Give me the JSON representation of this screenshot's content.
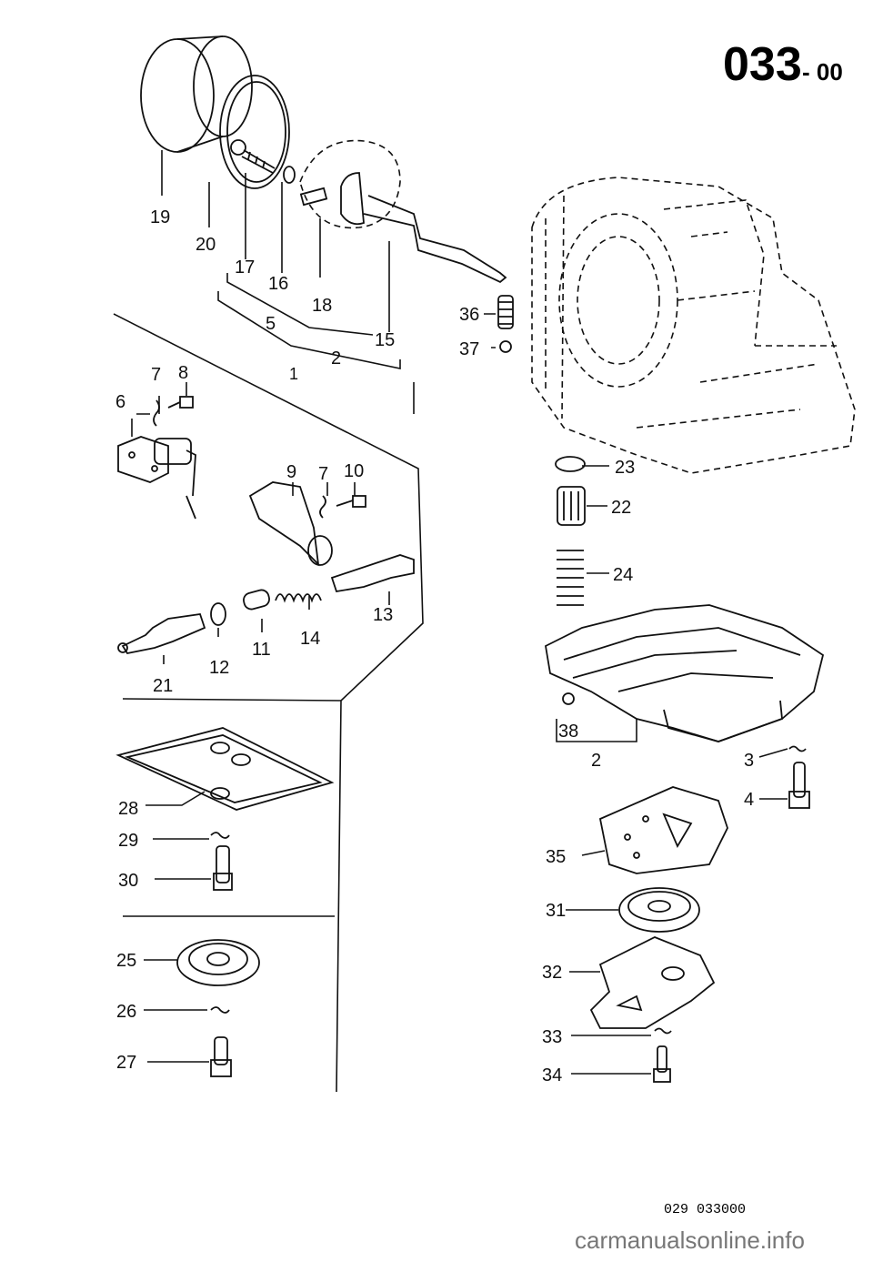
{
  "header": {
    "group_code": "033",
    "group_suffix": "- 00"
  },
  "footer": {
    "drawing_number": "029 033000",
    "watermark": "carmanualsonline.info"
  },
  "labels": {
    "l1": "1",
    "l2a": "2",
    "l2b": "2",
    "l3": "3",
    "l4": "4",
    "l5": "5",
    "l6": "6",
    "l7a": "7",
    "l7b": "7",
    "l8": "8",
    "l9": "9",
    "l10": "10",
    "l11": "11",
    "l12": "12",
    "l13": "13",
    "l14": "14",
    "l15": "15",
    "l16": "16",
    "l17": "17",
    "l18": "18",
    "l19": "19",
    "l20": "20",
    "l21": "21",
    "l22": "22",
    "l23": "23",
    "l24": "24",
    "l25": "25",
    "l26": "26",
    "l27": "27",
    "l28": "28",
    "l29": "29",
    "l30": "30",
    "l31": "31",
    "l32": "32",
    "l33": "33",
    "l34": "34",
    "l35": "35",
    "l36": "36",
    "l37": "37",
    "l38": "38"
  }
}
